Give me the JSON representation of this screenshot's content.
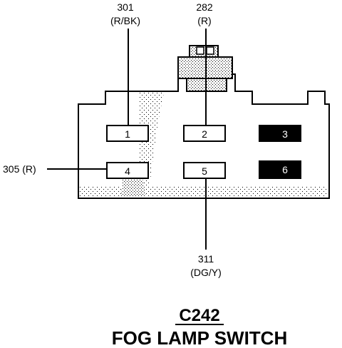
{
  "connector": {
    "code": "C242",
    "name": "FOG LAMP SWITCH"
  },
  "pins": [
    {
      "number": "1",
      "filled": false
    },
    {
      "number": "2",
      "filled": false
    },
    {
      "number": "3",
      "filled": true
    },
    {
      "number": "4",
      "filled": false
    },
    {
      "number": "5",
      "filled": false
    },
    {
      "number": "6",
      "filled": true
    }
  ],
  "wires": {
    "w301": {
      "circuit": "301",
      "color": "(R/BK)"
    },
    "w282": {
      "circuit": "282",
      "color": "(R)"
    },
    "w305": {
      "label": "305 (R)"
    },
    "w311": {
      "circuit": "311",
      "color": "(DG/Y)"
    }
  }
}
